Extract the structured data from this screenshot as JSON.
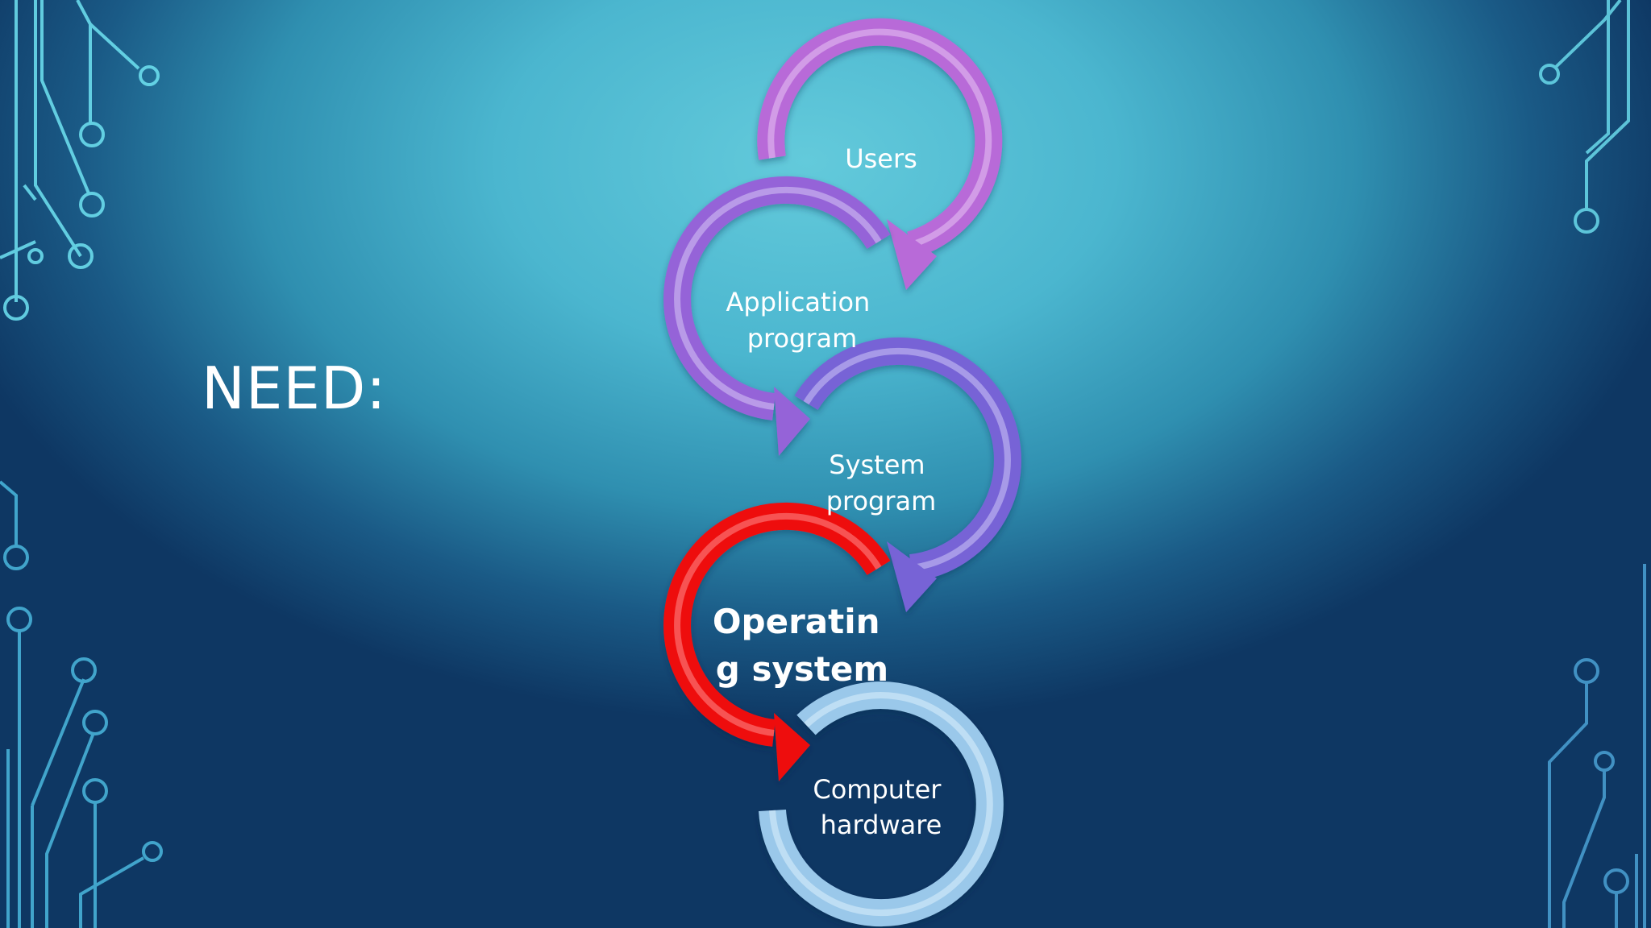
{
  "slide": {
    "heading": "NEED:"
  },
  "diagram": {
    "steps": [
      {
        "lines": [
          "Users"
        ],
        "color": "#b468d6",
        "highlight": false
      },
      {
        "lines": [
          "Application",
          "program"
        ],
        "color": "#9060d6",
        "highlight": false
      },
      {
        "lines": [
          "System",
          "program"
        ],
        "color": "#7560d4",
        "highlight": false
      },
      {
        "lines": [
          "Operatin",
          "g system"
        ],
        "color": "#ee1111",
        "highlight": true
      },
      {
        "lines": [
          "Computer",
          "hardware"
        ],
        "color": "#8fbfe3",
        "highlight": false
      }
    ]
  }
}
